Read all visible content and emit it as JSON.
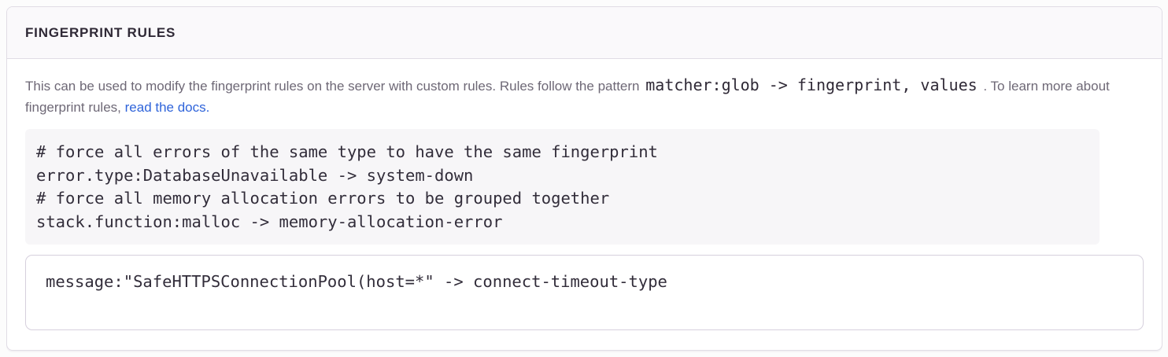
{
  "panel": {
    "title": "FINGERPRINT RULES",
    "description": {
      "text_before_code": "This can be used to modify the fingerprint rules on the server with custom rules. Rules follow the pattern",
      "inline_code": "matcher:glob -> fingerprint, values",
      "text_after_code": ". To learn more about fingerprint rules,",
      "link_label": "read the docs."
    },
    "example_code": "# force all errors of the same type to have the same fingerprint\nerror.type:DatabaseUnavailable -> system-down\n# force all memory allocation errors to be grouped together\nstack.function:malloc -> memory-allocation-error",
    "rules_input_value": "message:\"SafeHTTPSConnectionPool(host=*\" -> connect-timeout-type"
  },
  "colors": {
    "link_blue": "#2f64da",
    "heading_text": "#2f2936",
    "description_text": "#6e6876",
    "code_text": "#322d3a",
    "panel_border": "#e0dce5",
    "panel_header_bg": "#faf9fb",
    "code_block_bg": "#f7f6f8",
    "input_border": "#d6d0dd"
  }
}
